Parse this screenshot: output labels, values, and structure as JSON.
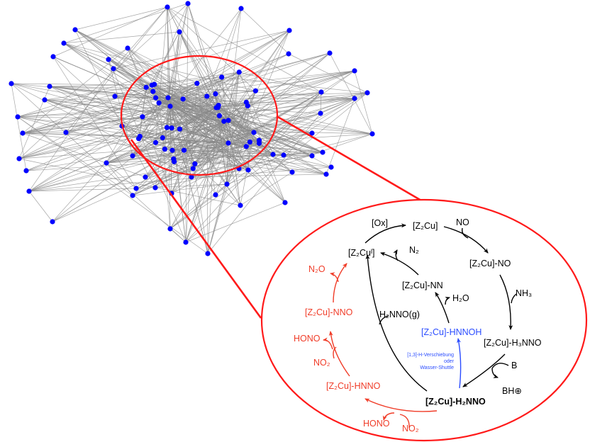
{
  "colors": {
    "node": "#0000ff",
    "edge": "#9a9a9a",
    "highlight": "#ff1a1a",
    "main_cycle": "#000000",
    "side_cycle": "#f03c28",
    "alt_path": "#2a4cff"
  },
  "network": {
    "description": "network graph with highlighted dense core",
    "node_count_approx": 140
  },
  "cycle": {
    "main": {
      "ox": "[Ox]",
      "z2cu": "[Z₂Cu]",
      "no_reagent": "NO",
      "z2cu_no": "[Z₂Cu]-NO",
      "nh3_reagent": "NH₃",
      "z2cu_h3nno": "[Z₂Cu]-H₃NNO",
      "b_reagent": "B",
      "bh_product": "BH⊕",
      "z2cu_h2nno": "[Z₂Cu]-H₂NNO",
      "h2nno_g": "H₂NNO(g)",
      "z2cu_i": "[Z₂Cuᴵ]",
      "z2cu_nn": "[Z₂Cu]-NN",
      "n2_product": "N₂",
      "h2o_product": "H₂O"
    },
    "alt": {
      "z2cu_hnnoh": "[Z₂Cu]-HNNOH",
      "shift_line1": "[1,3]-H-Verschiebung",
      "shift_line2": "oder",
      "shift_line3": "Wasser-Shuttle"
    },
    "side": {
      "z2cu_hnno": "[Z₂Cu]-HNNO",
      "z2cu_nno": "[Z₂Cu]-NNO",
      "n2o_product": "N₂O",
      "hono_1": "HONO",
      "no2_1": "NO₂",
      "hono_2": "HONO",
      "no2_2": "NO₂"
    }
  }
}
